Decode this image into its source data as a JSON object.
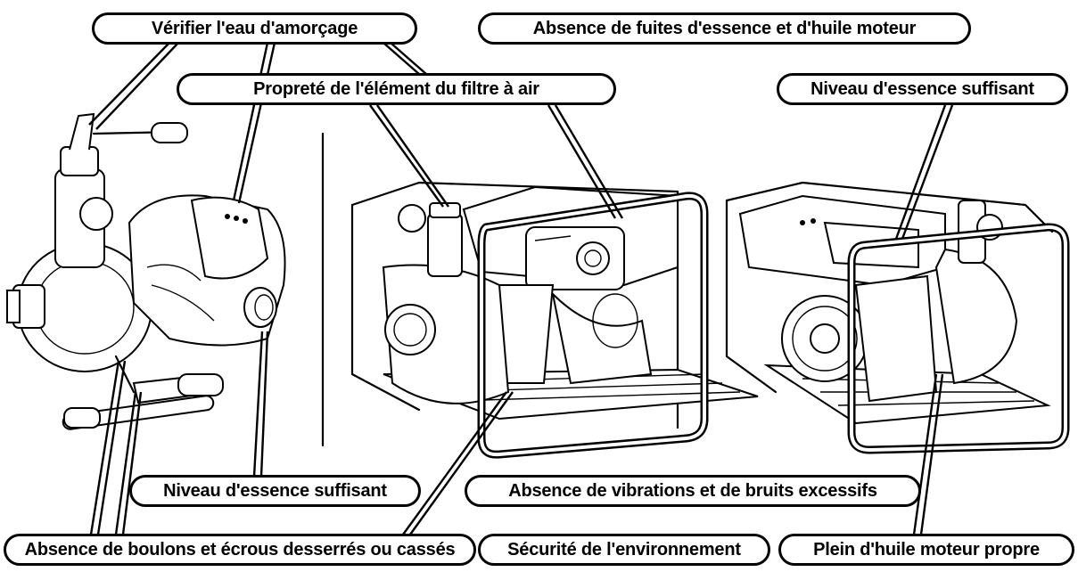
{
  "labels": {
    "primer_water": "Vérifier l'eau d'amorçage",
    "no_leaks": "Absence de fuites d'essence et d'huile moteur",
    "air_filter": "Propreté de l'élément du filtre à air",
    "fuel_level_right": "Niveau d'essence suffisant",
    "fuel_level_left": "Niveau d'essence suffisant",
    "vibrations": "Absence de vibrations et de bruits excessifs",
    "loose_bolts": "Absence de boulons et écrous desserrés ou cassés",
    "environment": "Sécurité de l'environnement",
    "engine_oil": "Plein d'huile moteur propre"
  },
  "colors": {
    "ink": "#000000",
    "paper": "#ffffff"
  }
}
